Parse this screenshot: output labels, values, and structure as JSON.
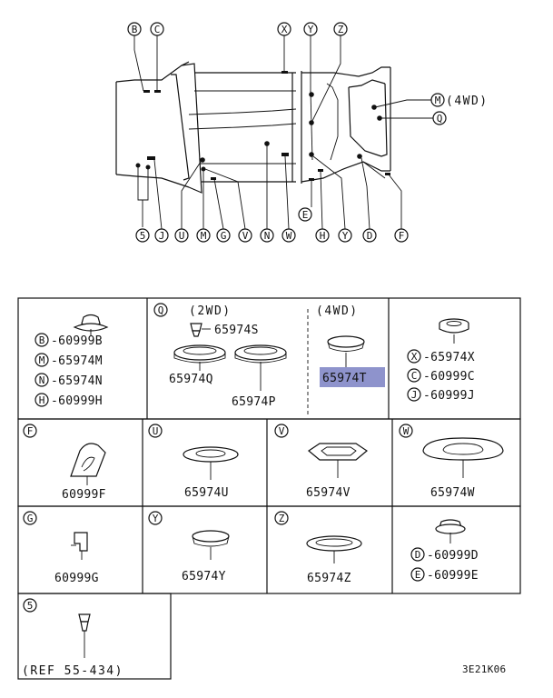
{
  "overview": {
    "top_callouts": [
      "B",
      "C",
      "X",
      "Y",
      "Z"
    ],
    "bottom_callouts": [
      "5",
      "J",
      "U",
      "M",
      "G",
      "V",
      "N",
      "W",
      "H",
      "Y",
      "D",
      "F"
    ],
    "e_callout": "E",
    "m_label": "M",
    "m_suffix": "(4WD)",
    "q_label": "Q"
  },
  "cells": {
    "bmnh": {
      "rows": [
        {
          "letter": "B",
          "part": "-60999B"
        },
        {
          "letter": "M",
          "part": "-65974M"
        },
        {
          "letter": "N",
          "part": "-65974N"
        },
        {
          "letter": "H",
          "part": "-60999H"
        }
      ]
    },
    "q": {
      "letter": "Q",
      "label_2wd": "(2WD)",
      "label_4wd": "(4WD)",
      "part_s": "65974S",
      "part_q": "65974Q",
      "part_p": "65974P",
      "part_t": "65974T",
      "highlight_color": "#8e93cc"
    },
    "xcj": {
      "rows": [
        {
          "letter": "X",
          "part": "-65974X"
        },
        {
          "letter": "C",
          "part": "-60999C"
        },
        {
          "letter": "J",
          "part": "-60999J"
        }
      ]
    },
    "f": {
      "letter": "F",
      "part": "60999F"
    },
    "u": {
      "letter": "U",
      "part": "65974U"
    },
    "v": {
      "letter": "V",
      "part": "65974V"
    },
    "w": {
      "letter": "W",
      "part": "65974W"
    },
    "g": {
      "letter": "G",
      "part": "60999G"
    },
    "y": {
      "letter": "Y",
      "part": "65974Y"
    },
    "z": {
      "letter": "Z",
      "part": "65974Z"
    },
    "de": {
      "rows": [
        {
          "letter": "D",
          "part": "-60999D"
        },
        {
          "letter": "E",
          "part": "-60999E"
        }
      ]
    },
    "five": {
      "letter": "5",
      "ref": "(REF 55-434)"
    }
  },
  "drawing_code": "3E21K06"
}
